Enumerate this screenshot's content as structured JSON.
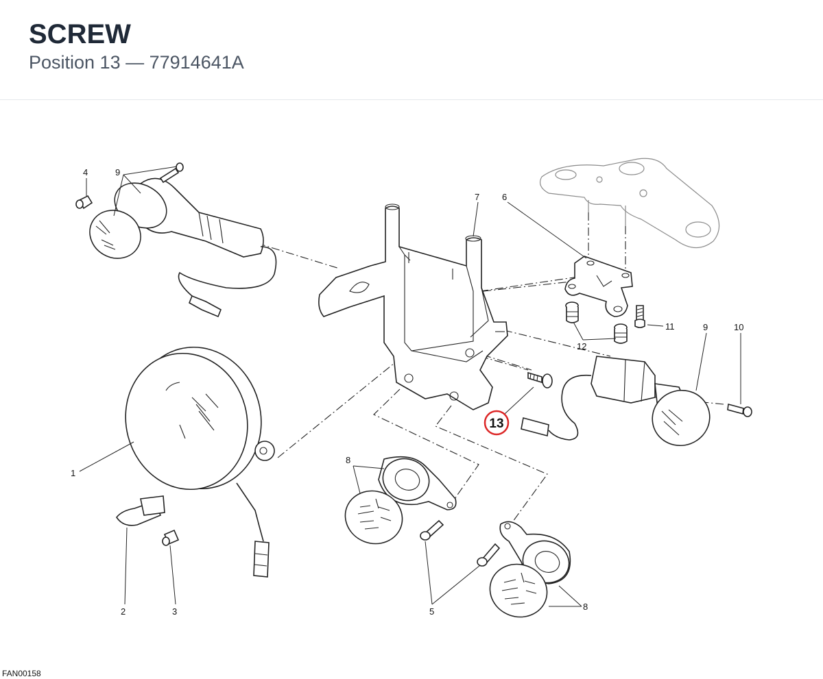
{
  "header": {
    "title": "SCREW",
    "position_label": "Position 13",
    "separator": " — ",
    "part_number": "77914641A"
  },
  "diagram": {
    "highlighted_callout": "13",
    "highlight_color": "#dc2626",
    "callouts": [
      "1",
      "2",
      "3",
      "4",
      "5",
      "6",
      "7",
      "8",
      "9",
      "10",
      "11",
      "12",
      "13"
    ],
    "labels": {
      "c1": "1",
      "c2": "2",
      "c3": "3",
      "c4": "4",
      "c5": "5",
      "c6": "6",
      "c7": "7",
      "c8a": "8",
      "c8b": "8",
      "c9a": "9",
      "c9b": "9",
      "c10": "10",
      "c11": "11",
      "c12": "12"
    }
  },
  "footer": {
    "figure_code": "FAN00158"
  }
}
